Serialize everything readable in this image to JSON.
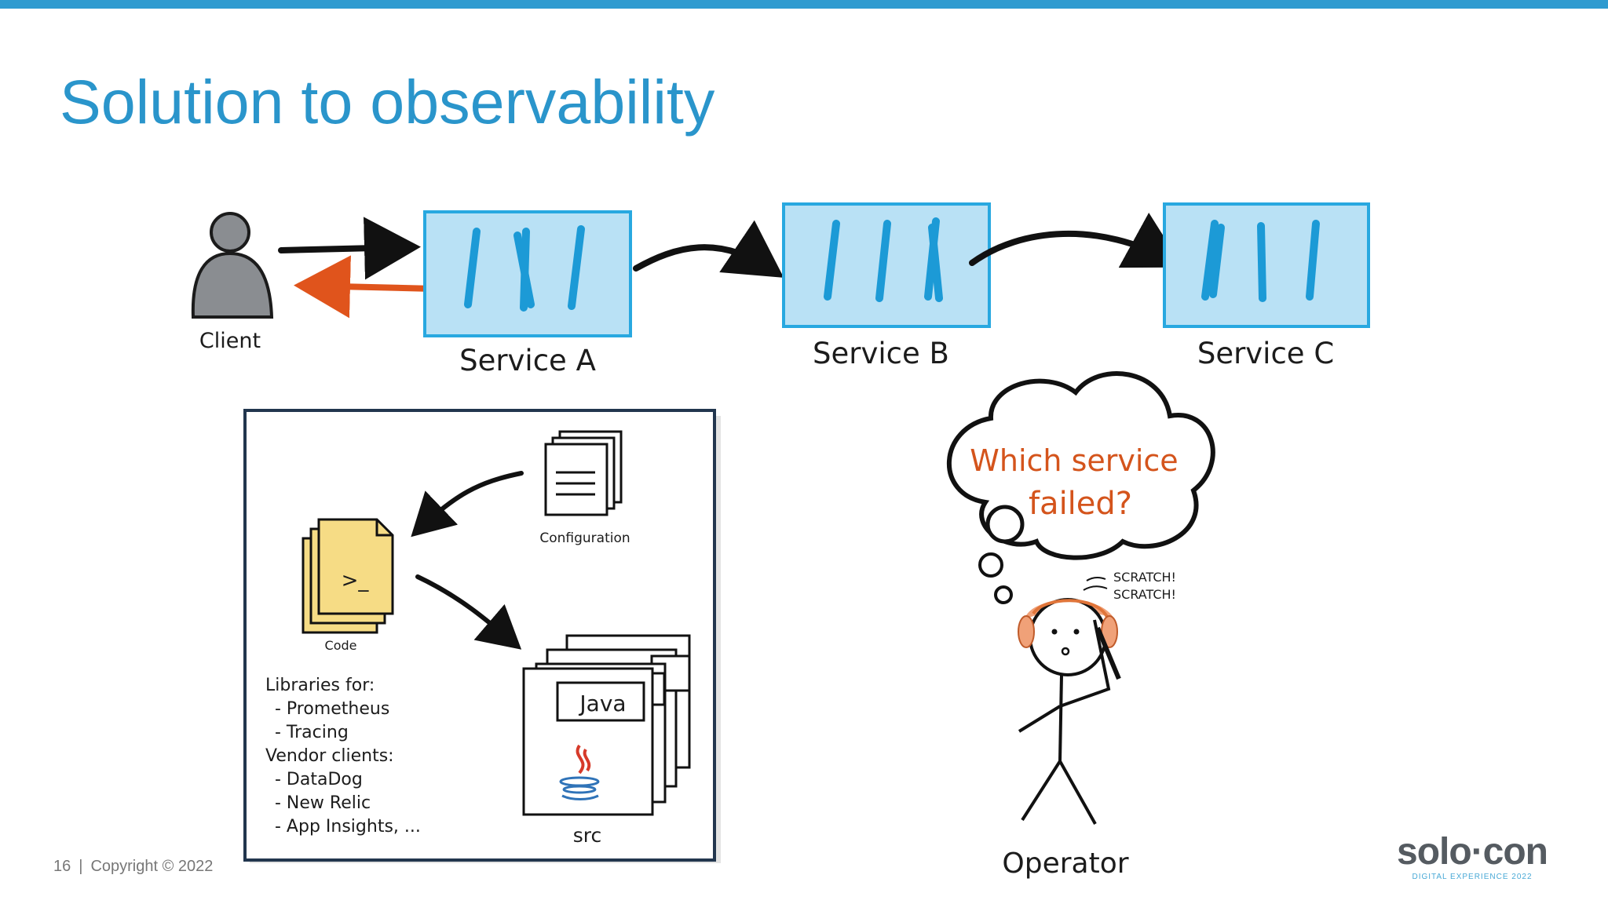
{
  "slide": {
    "title": "Solution to observability",
    "page_number": "16",
    "separator": "|",
    "copyright": "Copyright © 2022"
  },
  "diagram": {
    "client_label": "Client",
    "services": [
      "Service A",
      "Service B",
      "Service C"
    ],
    "thought_bubble": [
      "Which service",
      "failed?"
    ],
    "scratch_text": [
      "SCRATCH!",
      "SCRATCH!"
    ],
    "operator_label": "Operator"
  },
  "inset": {
    "configuration_label": "Configuration",
    "code_label": "Code",
    "code_icon_text": ">_",
    "java_label": "Java",
    "src_label": "src",
    "libraries": [
      "Libraries for:",
      "- Prometheus",
      "- Tracing",
      "Vendor clients:",
      "- DataDog",
      "- New Relic",
      "- App Insights, ..."
    ]
  },
  "brand": {
    "name": "solo·con",
    "subtitle": "DIGITAL EXPERIENCE 2022"
  },
  "colors": {
    "accent": "#2a95cb",
    "service_fill": "#b9e1f5",
    "service_stroke": "#28a8e0",
    "response_arrow": "#e0541c",
    "bubble_text": "#d4541c",
    "code_fill": "#f6dc85"
  }
}
